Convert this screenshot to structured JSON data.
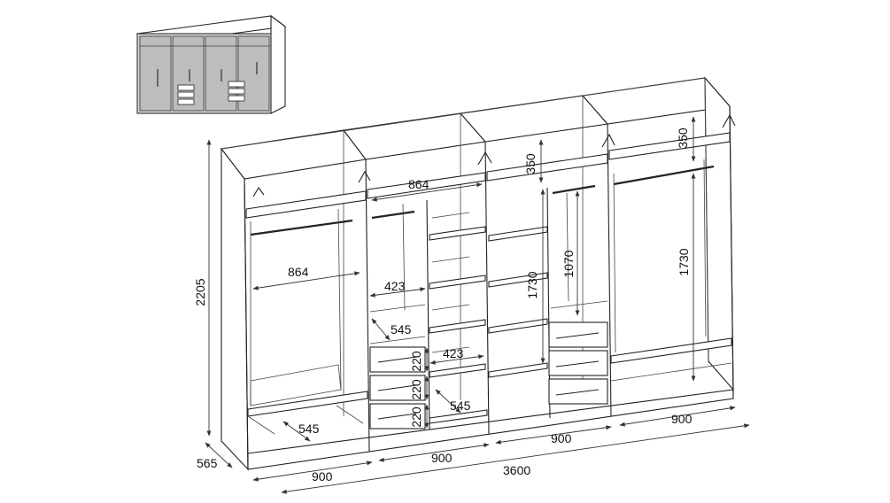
{
  "diagram": {
    "dimensions": {
      "total_height": "2205",
      "depth": "565",
      "overall_width": "3600",
      "module_width_1": "900",
      "module_width_2": "900",
      "module_width_3": "900",
      "module_width_4": "900",
      "inner_width_top": "864",
      "inner_width_left": "864",
      "upper_height_a": "350",
      "upper_height_b": "350",
      "hanging_height_a": "1730",
      "hanging_height_b": "1730",
      "hanging_height_short": "1070",
      "shelf_width_a": "423",
      "shelf_width_b": "423",
      "drawer_height_1": "220",
      "drawer_height_2": "220",
      "drawer_height_3": "220",
      "depth_label_a": "545",
      "depth_label_b": "545",
      "depth_label_c": "545"
    },
    "colors": {
      "line": "#222222",
      "background": "#ffffff",
      "thumbnail_door": "#bdbdbd"
    }
  }
}
